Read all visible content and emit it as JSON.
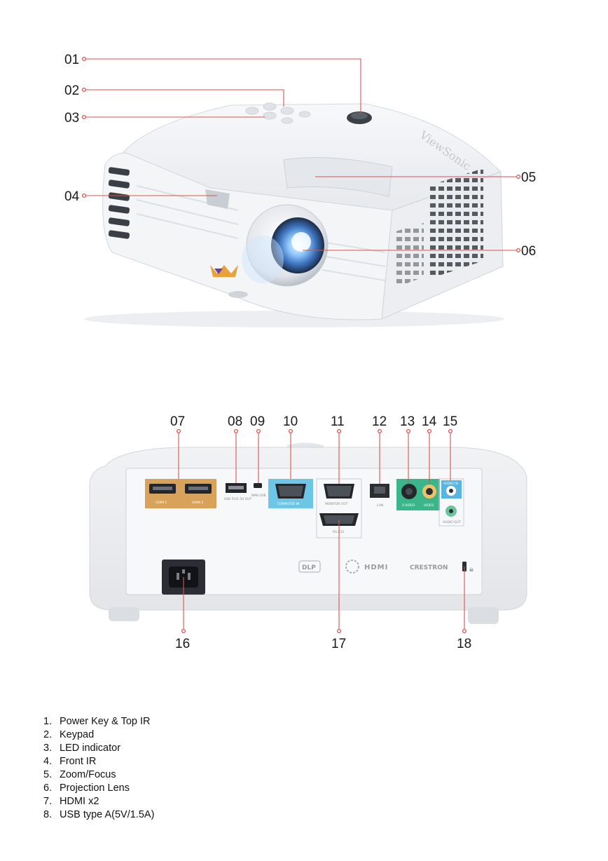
{
  "top_labels": [
    "01",
    "02",
    "03",
    "04",
    "05",
    "06"
  ],
  "rear_labels": [
    "07",
    "08",
    "09",
    "10",
    "11",
    "12",
    "13",
    "14",
    "15",
    "16",
    "17",
    "18"
  ],
  "brand_text": "ViewSonic",
  "port_labels": {
    "hdmi1": "HDMI 1",
    "hdmi2": "HDMI 2",
    "usb_a": "USB 5V/1.5A OUT",
    "mini_usb": "MINI USB",
    "vga": "COMPUTER IN",
    "monitor": "MONITOR OUT",
    "lan": "LAN",
    "svideo": "S-VIDEO",
    "video": "VIDEO",
    "audio_in": "AUDIO IN",
    "audio_out": "AUDIO OUT",
    "rs232": "RS-232"
  },
  "logos": {
    "dlp": "DLP",
    "hdmi": "HDMI",
    "crestron": "CRESTRON"
  },
  "legend": [
    {
      "num": "1.",
      "text": "Power Key & Top IR"
    },
    {
      "num": "2.",
      "text": "Keypad"
    },
    {
      "num": "3.",
      "text": "LED indicator"
    },
    {
      "num": "4.",
      "text": "Front IR"
    },
    {
      "num": "5.",
      "text": "Zoom/Focus"
    },
    {
      "num": "6.",
      "text": "Projection Lens"
    },
    {
      "num": "7.",
      "text": "HDMI x2"
    },
    {
      "num": "8.",
      "text": "USB type A(5V/1.5A)"
    }
  ],
  "colors": {
    "leader": "#d9534f",
    "hdmi_panel": "#d9a25a",
    "vga_panel": "#6ec6e6",
    "av_panel": "#3bb58a",
    "audio_in": "#5ab4e0",
    "audio_out": "#6cc49a"
  }
}
